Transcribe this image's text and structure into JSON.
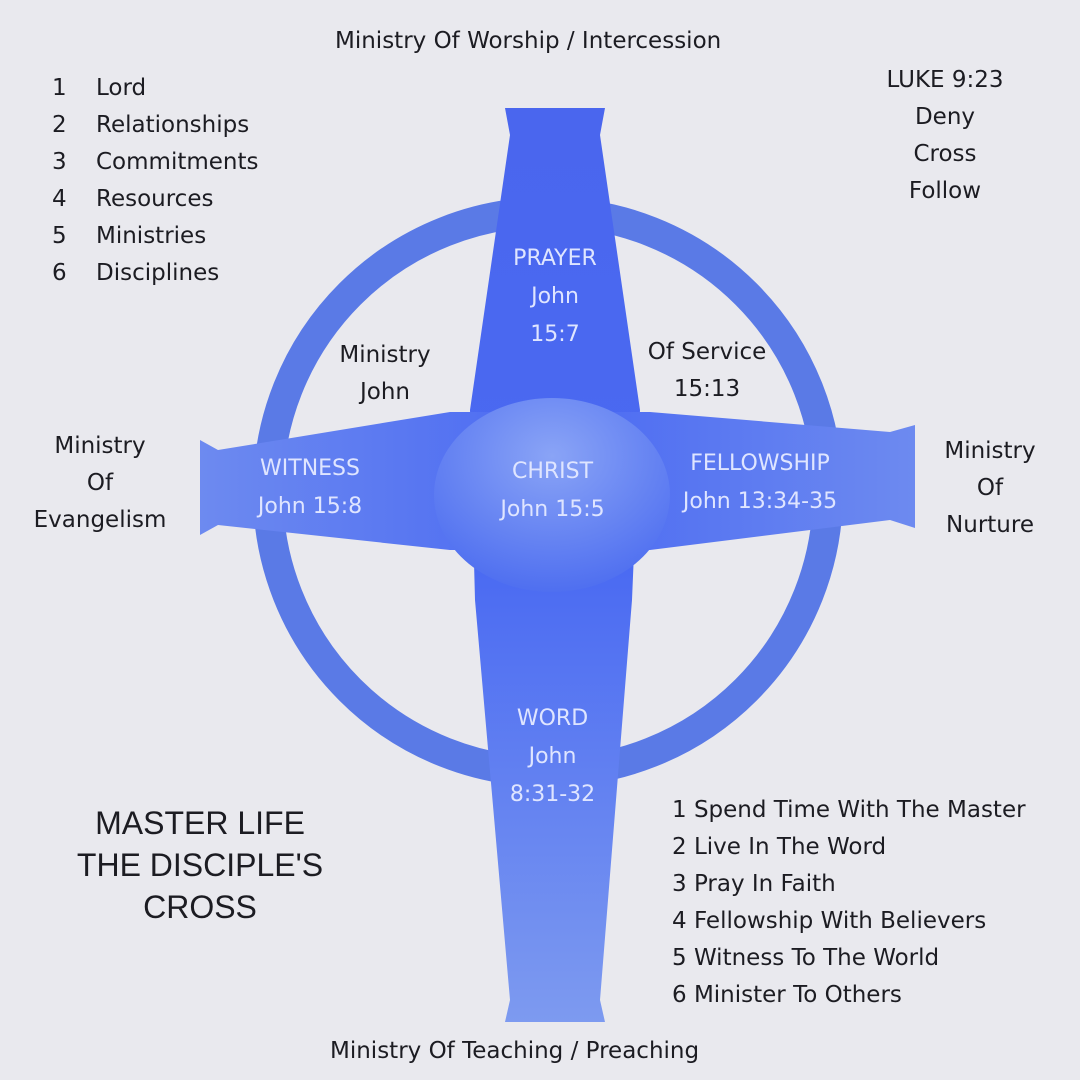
{
  "top_label": "Ministry Of Worship / Intercession",
  "bottom_label": "Ministry Of Teaching / Preaching",
  "left_label": [
    "Ministry",
    "Of",
    "Evangelism"
  ],
  "right_label": [
    "Ministry",
    "Of",
    "Nurture"
  ],
  "top_left_list": [
    {
      "num": "1",
      "text": "Lord"
    },
    {
      "num": "2",
      "text": "Relationships"
    },
    {
      "num": "3",
      "text": "Commitments"
    },
    {
      "num": "4",
      "text": "Resources"
    },
    {
      "num": "5",
      "text": "Ministries"
    },
    {
      "num": "6",
      "text": "Disciplines"
    }
  ],
  "luke": [
    "LUKE 9:23",
    "Deny",
    "Cross",
    "Follow"
  ],
  "inner_left": [
    "Ministry",
    "John"
  ],
  "inner_right": [
    "Of Service",
    "15:13"
  ],
  "cross": {
    "prayer": [
      "PRAYER",
      "John",
      "15:7"
    ],
    "witness": [
      "WITNESS",
      "John 15:8"
    ],
    "christ": [
      "CHRIST",
      "John 15:5"
    ],
    "fellowship": [
      "FELLOWSHIP",
      "John 13:34-35"
    ],
    "word": [
      "WORD",
      "John",
      "8:31-32"
    ]
  },
  "title": [
    "MASTER LIFE",
    "THE DISCIPLE'S",
    "CROSS"
  ],
  "bottom_right_list": [
    "1 Spend Time With The Master",
    "2 Live In The Word",
    "3 Pray In Faith",
    "4 Fellowship With Believers",
    "5 Witness To The World",
    "6 Minister To Others"
  ],
  "colors": {
    "cross": "#4d6ef0",
    "ring": "#5a7ae6",
    "background": "#e9e9ee"
  }
}
